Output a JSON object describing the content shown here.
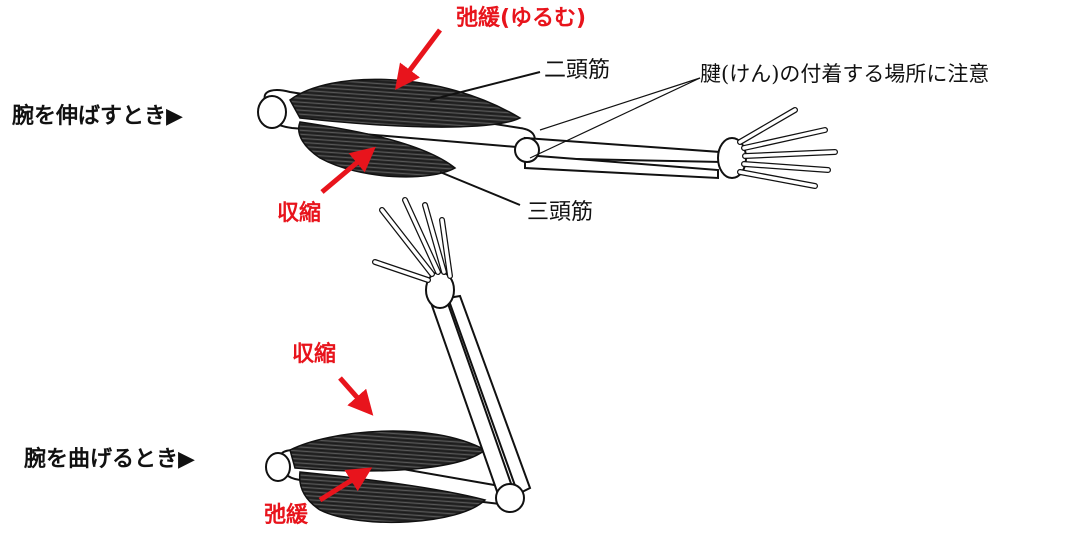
{
  "colors": {
    "accent_red": "#e8141c",
    "ink": "#111111",
    "paper": "#ffffff"
  },
  "extended": {
    "title": "腕を伸ばすとき▶",
    "relaxed_label": "弛緩(ゆるむ)",
    "contracted_label": "収縮",
    "biceps_label": "二頭筋",
    "triceps_label": "三頭筋",
    "tendon_note": "腱(けん)の付着する場所に注意"
  },
  "flexed": {
    "title": "腕を曲げるとき▶",
    "contracted_label": "収縮",
    "relaxed_label": "弛緩"
  }
}
